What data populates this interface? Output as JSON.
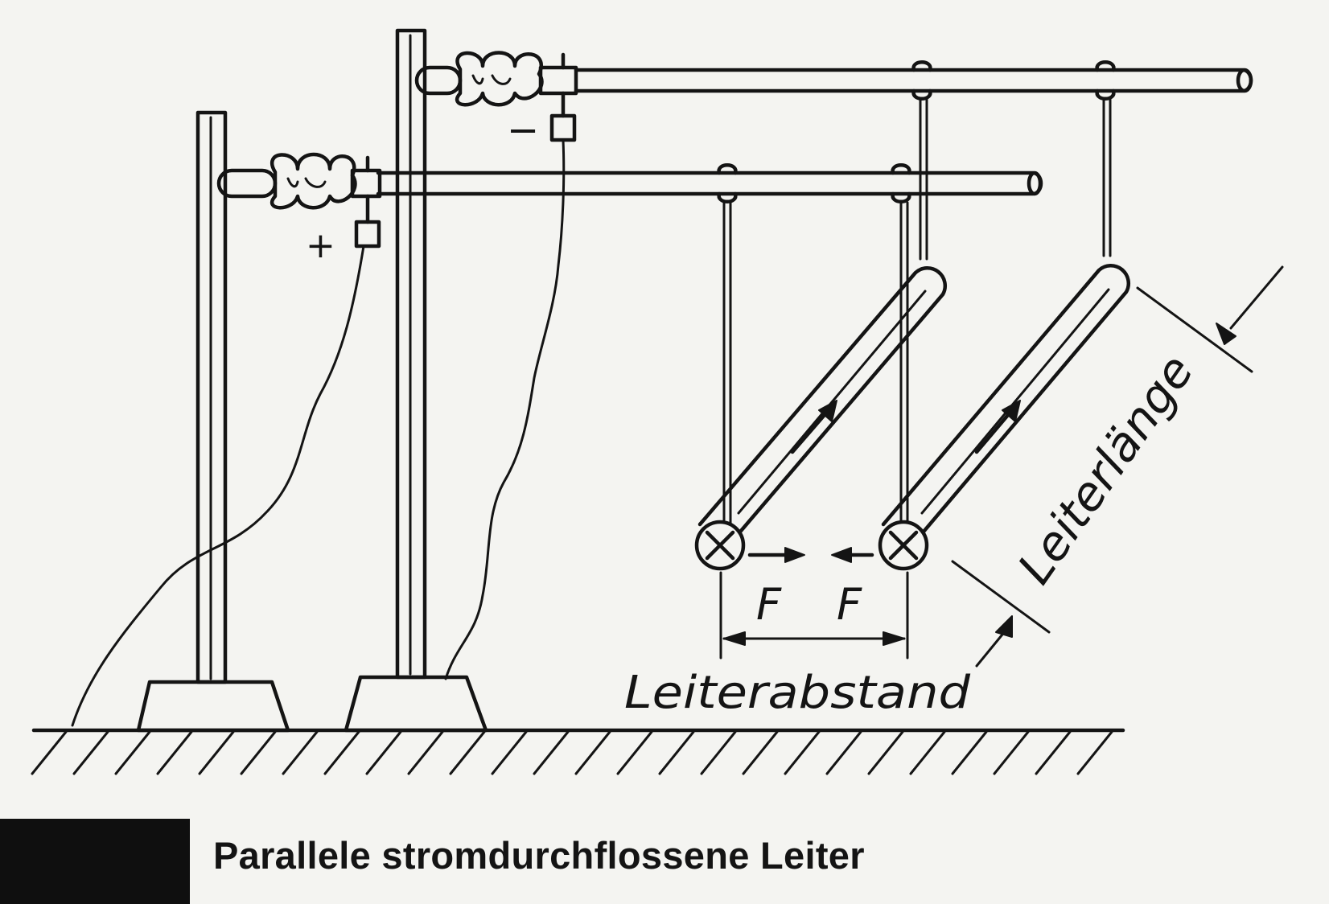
{
  "caption": "Parallele stromdurchflossene Leiter",
  "labels": {
    "plus": "+",
    "minus": "−",
    "force_left": "F",
    "force_right": "F",
    "conductor_distance": "Leiterabstand",
    "conductor_length": "Leiterlänge"
  },
  "icons": {
    "current_into_page": "circled-x-icon",
    "current_direction": "arrow-icon",
    "insulator": "insulator-icon",
    "terminal": "terminal-icon"
  },
  "colors": {
    "ink": "#141414",
    "paper": "#f4f4f1",
    "caption_block": "#0f0f0f"
  }
}
